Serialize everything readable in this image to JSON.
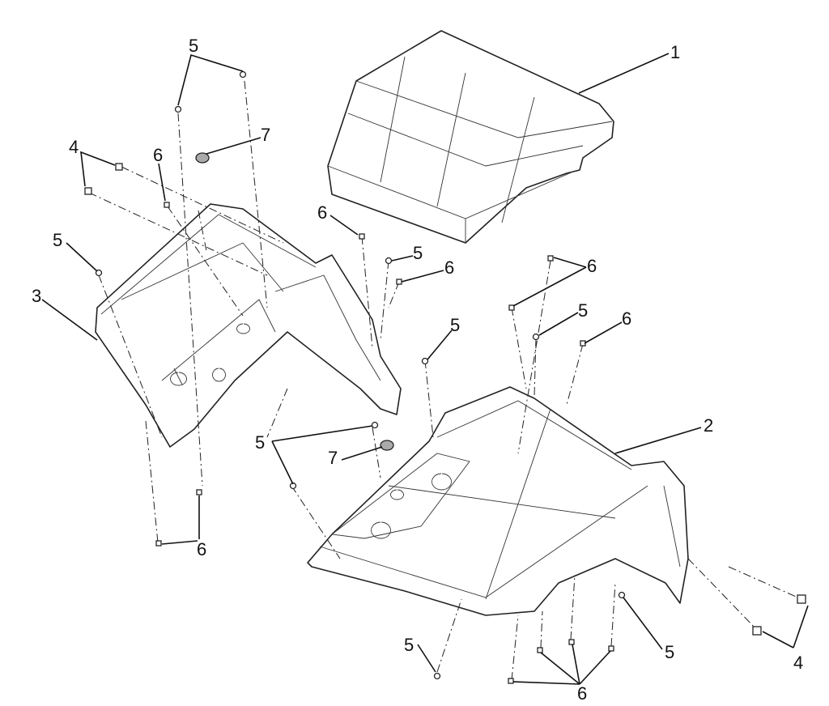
{
  "diagram": {
    "type": "exploded-parts-view",
    "callouts": [
      "1",
      "5",
      "7",
      "4",
      "6",
      "6",
      "5",
      "5",
      "6",
      "6",
      "3",
      "5",
      "6",
      "5",
      "2",
      "5",
      "7",
      "6",
      "5",
      "5",
      "4",
      "6"
    ]
  }
}
